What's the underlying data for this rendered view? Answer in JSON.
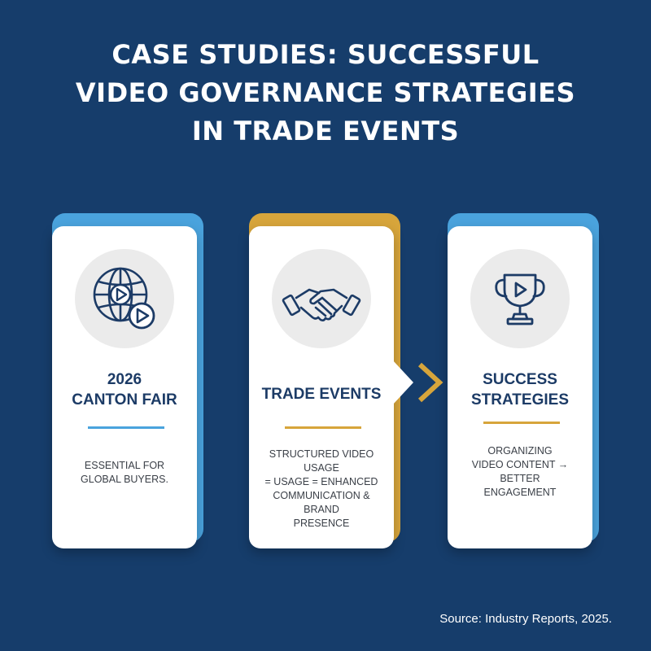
{
  "title": {
    "line1": "CASE STUDIES: SUCCESSFUL",
    "line2": "VIDEO GOVERNANCE STRATEGIES",
    "line3": "IN TRADE EVENTS"
  },
  "colors": {
    "background": "#163d6b",
    "accent_blue": "#4aa3dd",
    "accent_gold": "#d7a53b",
    "navy": "#1c3b66"
  },
  "cards": [
    {
      "icon": "globe-play-icon",
      "title_lines": [
        "2026",
        "CANTON FAIR"
      ],
      "description_lines": [
        "ESSENTIAL FOR",
        "GLOBAL BUYERS."
      ]
    },
    {
      "icon": "handshake-icon",
      "title_lines": [
        "TRADE EVENTS"
      ],
      "description_lines": [
        "STRUCTURED VIDEO USAGE",
        "= USAGE = ENHANCED",
        "COMMUNICATION & BRAND",
        "PRESENCE"
      ]
    },
    {
      "icon": "trophy-play-icon",
      "title_lines": [
        "SUCCESS",
        "STRATEGIES"
      ],
      "description_lines": [
        "ORGANIZING",
        "VIDEO CONTENT →",
        "BETTER",
        "ENGAGEMENT"
      ]
    }
  ],
  "source": "Source: Industry Reports, 2025."
}
